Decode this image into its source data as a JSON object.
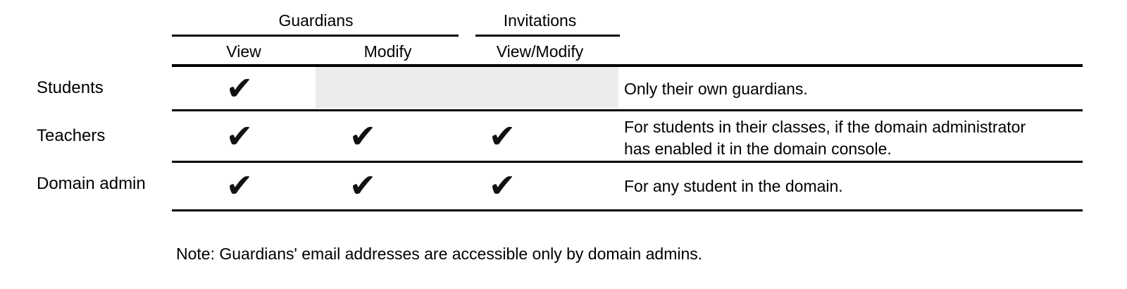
{
  "table": {
    "column_groups": [
      {
        "label": "Guardians"
      },
      {
        "label": "Invitations"
      }
    ],
    "sub_columns": [
      {
        "label": "View"
      },
      {
        "label": "Modify"
      },
      {
        "label": "View/Modify"
      }
    ],
    "check_glyph": "✔",
    "rows": [
      {
        "label": "Students",
        "cells": {
          "view": "✔",
          "modify": "",
          "view_modify": ""
        },
        "modify_and_invitations_disabled": true,
        "note_lines": [
          "Only their own guardians."
        ]
      },
      {
        "label": "Teachers",
        "cells": {
          "view": "✔",
          "modify": "✔",
          "view_modify": "✔"
        },
        "note_lines": [
          "For students in their classes, if the domain administrator",
          "has enabled it in the domain console."
        ]
      },
      {
        "label": "Domain admin",
        "cells": {
          "view": "✔",
          "modify": "✔",
          "view_modify": "✔"
        },
        "note_lines": [
          "For any student in the domain."
        ]
      }
    ]
  },
  "footnote": "Note: Guardians' email addresses are accessible only by domain admins.",
  "colors": {
    "background": "#ffffff",
    "text": "#000000",
    "line": "#000000",
    "check": "#111111",
    "disabled_cell_bg": "#ececec"
  }
}
